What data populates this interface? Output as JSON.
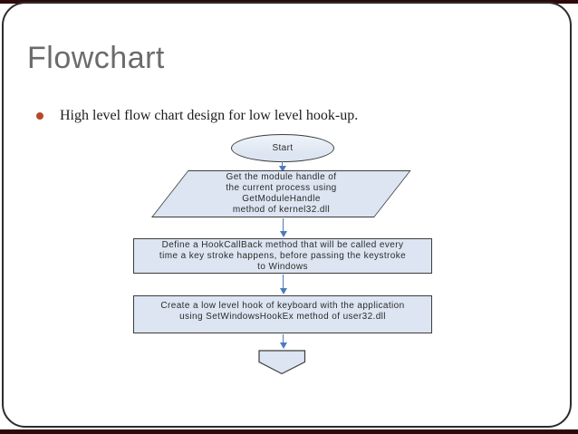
{
  "colors": {
    "bar": "#2e0909",
    "frame_border": "#2c2c2c",
    "title": "#6b6b6b",
    "bullet_marker": "#b5492a",
    "body_text": "#1c1c1c",
    "shape_fill": "#dce5f1",
    "shape_border": "#3d3d3d",
    "shape_text": "#2b2b2b",
    "arrow": "#4a7cba"
  },
  "slide": {
    "title": "Flowchart",
    "bullet_text": "High level flow chart design for low level hook-up."
  },
  "flowchart": {
    "nodes": [
      {
        "type": "terminator",
        "label": "Start"
      },
      {
        "type": "parallelogram",
        "lines": [
          "Get the module handle of",
          "the current process using",
          "GetModuleHandle",
          "method of kernel32.dll"
        ]
      },
      {
        "type": "process",
        "lines": [
          "Define a HookCallBack method that will be called every",
          "time a key stroke happens, before passing the keystroke",
          "to Windows"
        ]
      },
      {
        "type": "process",
        "lines": [
          "Create a low level hook of keyboard with the application",
          "using SetWindowsHookEx method of user32.dll"
        ]
      },
      {
        "type": "off-page-connector",
        "label": ""
      }
    ]
  }
}
